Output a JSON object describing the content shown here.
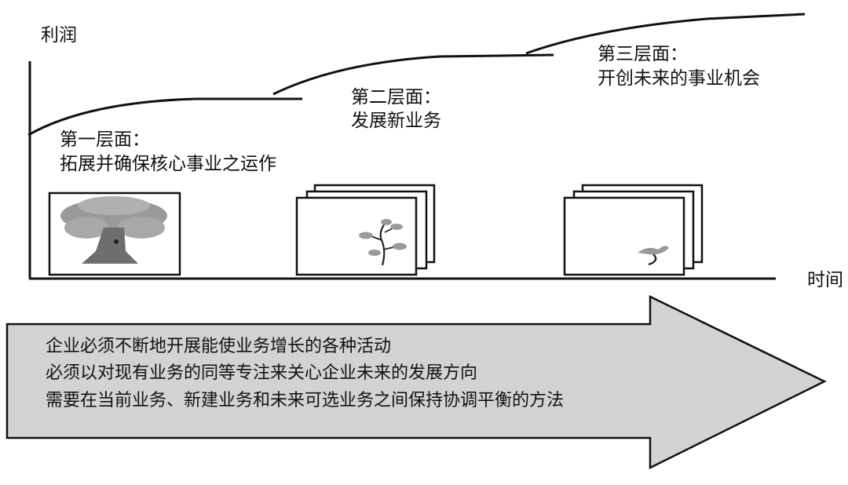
{
  "axes": {
    "y_label": "利润",
    "x_label": "时间"
  },
  "layers": [
    {
      "title": "第一层面：",
      "description": "拓展并确保核心事业之运作",
      "image_icon": "mature-tree-icon"
    },
    {
      "title": "第二层面：",
      "description": "发展新业务",
      "image_icon": "sapling-icon"
    },
    {
      "title": "第三层面：",
      "description": "开创未来的事业机会",
      "image_icon": "seedling-icon"
    }
  ],
  "arrow": {
    "lines": [
      "企业必须不断地开展能使业务增长的各种活动",
      "必须以对现有业务的同等专注来关心企业未来的发展方向",
      "需要在当前业务、新建业务和未来可选业务之间保持协调平衡的方法"
    ],
    "fill_color": "#d3d3d3"
  },
  "colors": {
    "line": "#111111",
    "tree_green": "#9a9a9a",
    "trunk": "#6e6e6e"
  }
}
